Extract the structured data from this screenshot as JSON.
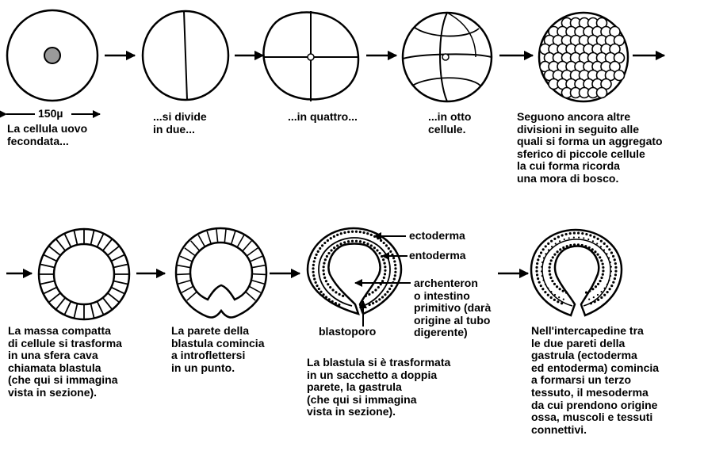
{
  "scale_label": "150µ",
  "captions": {
    "step1": "La cellula uovo\nfecondata...",
    "step2": "...si divide\nin due...",
    "step3": "...in quattro...",
    "step4": "...in otto\ncellule.",
    "step5": "Seguono ancora altre\ndivisioni in seguito alle\nquali si forma un aggregato\nsferico di piccole cellule\nla cui forma ricorda\nuna mora di bosco.",
    "step6": "La massa compatta\ndi cellule si trasforma\nin una sfera cava\nchiamata blastula\n(che qui si immagina\nvista in sezione).",
    "step7": "La parete della\nblastula comincia\na introflettersi\nin un punto.",
    "step8": "La blastula si è trasformata\nin un sacchetto a doppia\nparete, la gastrula\n(che qui si immagina\nvista in sezione).",
    "step9": "Nell'intercapedine tra\nle due pareti della\ngastrula (ectoderma\ned entoderma) comincia\na formarsi un terzo\ntessuto, il mesoderma\nda cui prendono origine\nossa, muscoli e tessuti\nconnettivi."
  },
  "labels": {
    "ectoderma": "ectoderma",
    "entoderma": "entoderma",
    "archenteron": "archenteron\no intestino\nprimitivo (darà\norigine al tubo\ndigerente)",
    "blastoporo": "blastoporo"
  }
}
